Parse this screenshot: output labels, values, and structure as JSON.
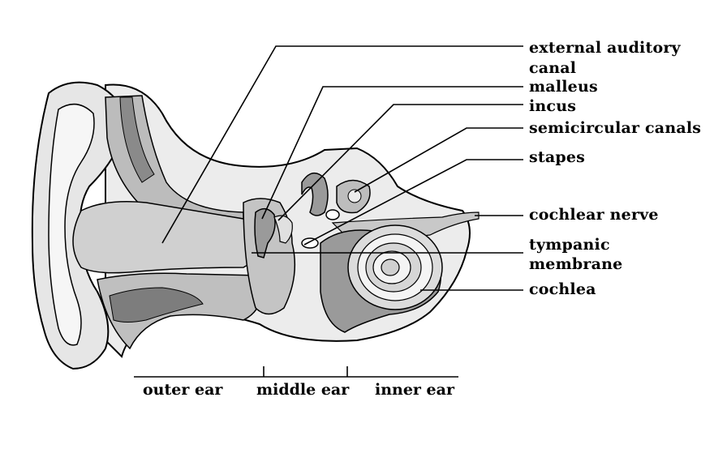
{
  "labels": {
    "external_auditory_canal": "external auditory canal",
    "malleus": "malleus",
    "incus": "incus",
    "semicircular_canals": "semicircular canals",
    "stapes": "stapes",
    "cochlear_nerve": "cochlear nerve",
    "tympanic_membrane": "tympanic membrane",
    "cochlea": "cochlea"
  },
  "regions": {
    "outer_ear": "outer ear",
    "middle_ear": "middle ear",
    "inner_ear": "inner ear"
  }
}
